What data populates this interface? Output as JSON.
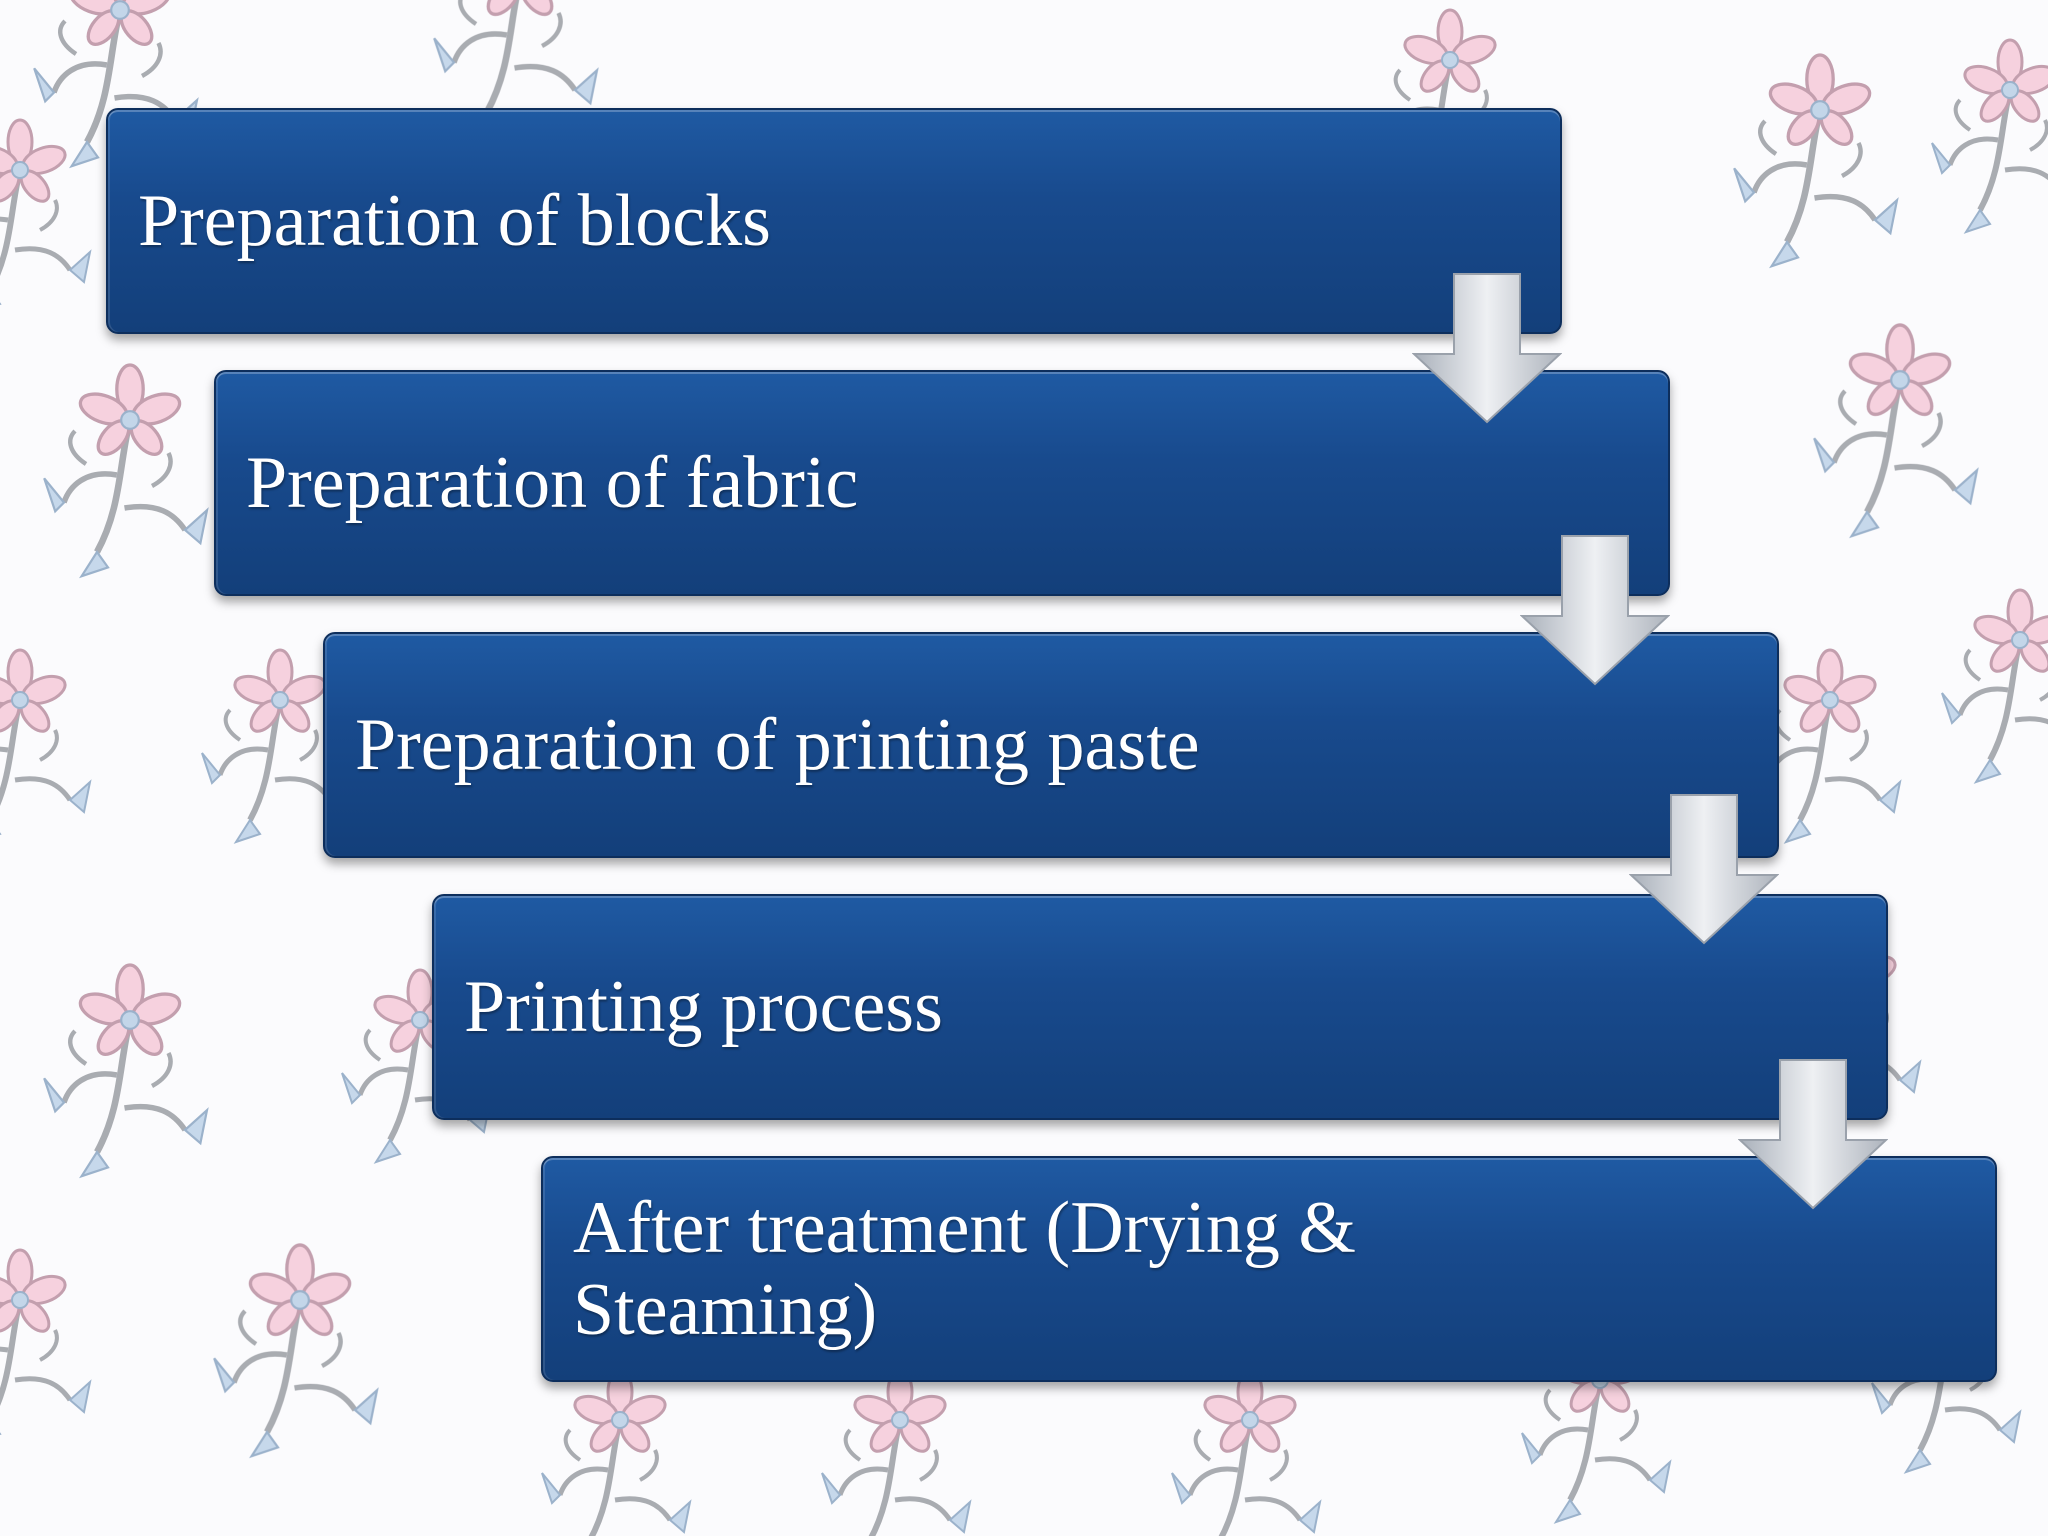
{
  "diagram": {
    "steps": [
      {
        "label": "Preparation of blocks"
      },
      {
        "label": "Preparation of fabric"
      },
      {
        "label": "Preparation of printing paste"
      },
      {
        "label": "Printing process"
      },
      {
        "label": "After treatment (Drying & Steaming)"
      }
    ],
    "colors": {
      "box_fill": "#184a8d",
      "box_border": "#0d2e5c",
      "text": "#ffffff",
      "arrow": "#c9ced6"
    }
  }
}
